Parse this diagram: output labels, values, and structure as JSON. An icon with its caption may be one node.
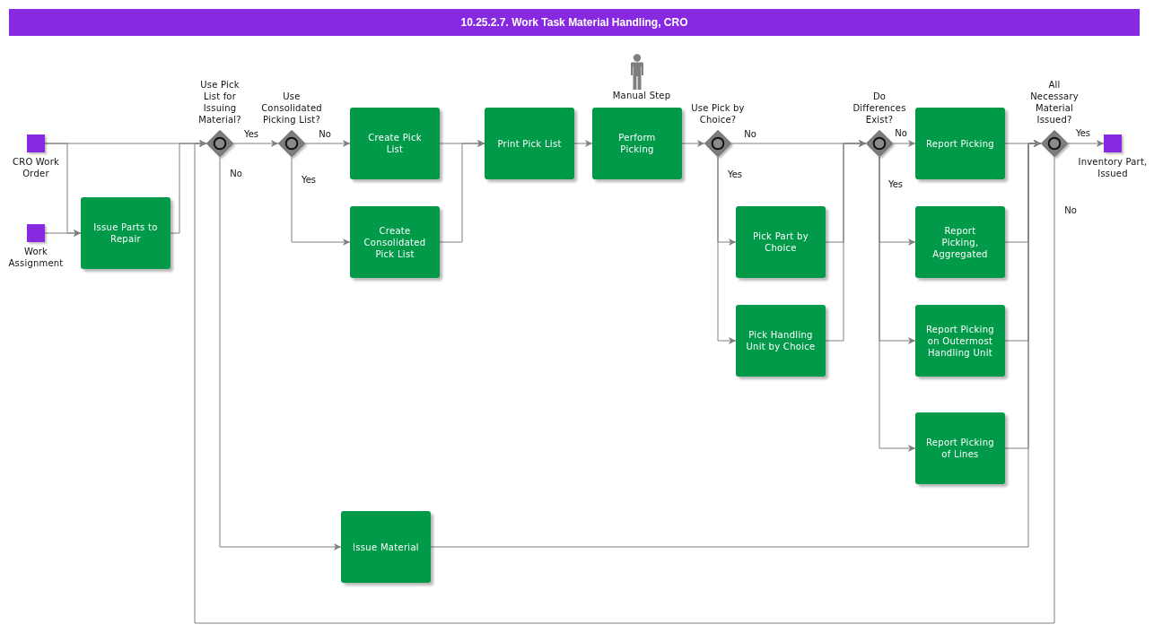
{
  "diagram": {
    "title": "10.25.2.7. Work Task Material Handling, CRO",
    "nodes": [
      {
        "text": [
          "CRO Work Order"
        ]
      },
      {
        "text": [
          "Work Assignment"
        ]
      },
      {
        "text": [
          "Issue Parts to Repair"
        ]
      },
      {
        "text": [
          "Use Pick List for Issuing Material?"
        ]
      },
      {
        "text": [
          "Use Consolidated Picking List?"
        ]
      },
      {
        "text": [
          "Create Pick List"
        ]
      },
      {
        "text": [
          "Create Consolidated Pick List"
        ]
      },
      {
        "text": [
          "Print Pick List"
        ]
      },
      {
        "text": [
          "Perform Picking"
        ],
        "beside": [
          "Manual Step"
        ]
      },
      {
        "text": [
          "Use Pick by Choice?"
        ]
      },
      {
        "text": [
          "Pick Part by Choice"
        ]
      },
      {
        "text": [
          "Pick Handling Unit by Choice"
        ]
      },
      {
        "text": [
          "Do Differences Exist?"
        ]
      },
      {
        "text": [
          "Report Picking"
        ]
      },
      {
        "text": [
          "Report Picking, Aggregated"
        ]
      },
      {
        "text": [
          "Report Picking on Outermost Handling Unit"
        ]
      },
      {
        "text": [
          "Report Picking of Lines"
        ]
      },
      {
        "text": [
          "All Necessary Material Issued?"
        ]
      },
      {
        "text": [
          "Inventory Part, Issued"
        ]
      },
      {
        "text": [
          "Issue Material"
        ]
      }
    ],
    "edges": [
      {
        "from": 0,
        "to": 3,
        "arrow": "to"
      },
      {
        "from": 0,
        "to": 2,
        "arrow": "to"
      },
      {
        "from": 1,
        "to": 2,
        "arrow": "to"
      },
      {
        "from": 2,
        "to": 3,
        "arrow": "to"
      },
      {
        "from": 17,
        "to": 3,
        "arrow": "to",
        "label": "No"
      },
      {
        "from": 3,
        "to": 4,
        "arrow": "to",
        "label": "Yes"
      },
      {
        "from": 3,
        "to": 19,
        "arrow": "to",
        "label": "No"
      },
      {
        "from": 4,
        "to": 5,
        "arrow": "to",
        "label": "No"
      },
      {
        "from": 4,
        "to": 6,
        "arrow": "to",
        "label": "Yes"
      },
      {
        "from": 5,
        "to": 7,
        "arrow": "to"
      },
      {
        "from": 6,
        "to": 7,
        "arrow": "to"
      },
      {
        "from": 7,
        "to": 8,
        "arrow": "to"
      },
      {
        "from": 8,
        "to": 9,
        "arrow": "to"
      },
      {
        "from": 9,
        "to": 12,
        "arrow": "to",
        "label": "No"
      },
      {
        "from": 9,
        "to": 10,
        "arrow": "to",
        "label": "Yes"
      },
      {
        "from": 9,
        "to": 11,
        "arrow": "to"
      },
      {
        "from": 10,
        "to": 12,
        "arrow": "to"
      },
      {
        "from": 11,
        "to": 12,
        "arrow": "to"
      },
      {
        "from": 12,
        "to": 13,
        "arrow": "to",
        "label": "No"
      },
      {
        "from": 12,
        "to": 14,
        "arrow": "to",
        "label": "Yes"
      },
      {
        "from": 12,
        "to": 15,
        "arrow": "to"
      },
      {
        "from": 12,
        "to": 16,
        "arrow": "to"
      },
      {
        "from": 13,
        "to": 17,
        "arrow": "to"
      },
      {
        "from": 14,
        "to": 17,
        "arrow": "to"
      },
      {
        "from": 15,
        "to": 17,
        "arrow": "to"
      },
      {
        "from": 16,
        "to": 17,
        "arrow": "to"
      },
      {
        "from": 19,
        "to": 17,
        "arrow": "to"
      },
      {
        "from": 17,
        "to": 18,
        "arrow": "to",
        "label": "Yes"
      }
    ]
  }
}
